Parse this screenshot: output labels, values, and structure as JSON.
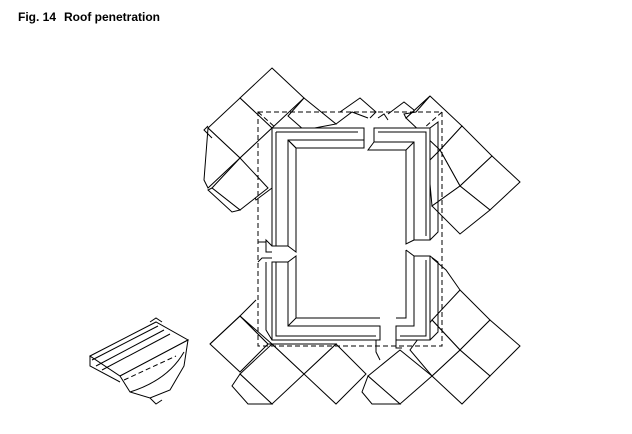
{
  "figure": {
    "number": "Fig. 14",
    "title": "Roof penetration"
  },
  "drawing": {
    "subject": "roof-penetration-flashing-assembly",
    "detail": "flashing-component"
  }
}
